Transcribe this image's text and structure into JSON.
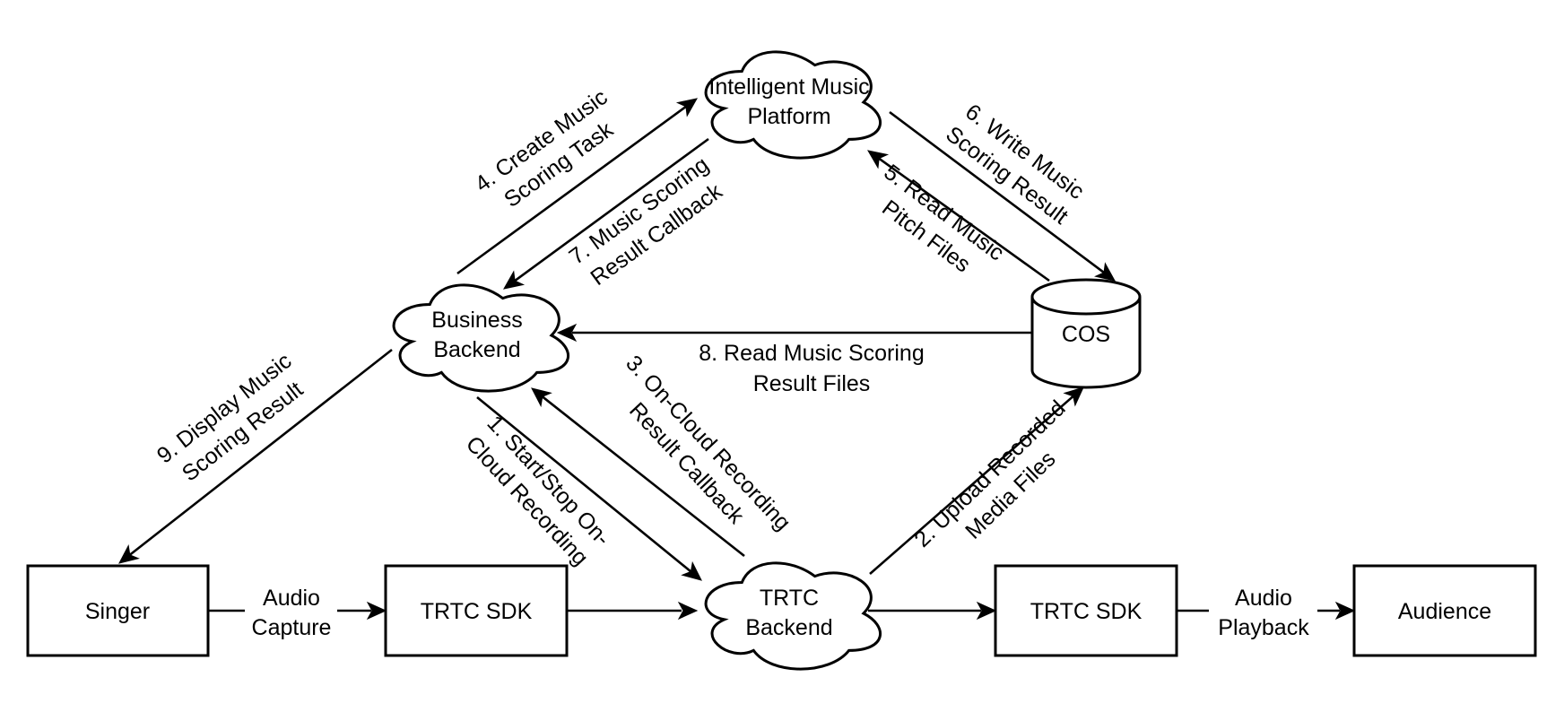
{
  "diagram": {
    "type": "flow-diagram",
    "colors": {
      "stroke": "#000000",
      "fill": "#ffffff",
      "text": "#000000",
      "background": "#ffffff"
    },
    "nodes": {
      "singer": {
        "shape": "rectangle",
        "label": "Singer"
      },
      "sdk_in": {
        "shape": "rectangle",
        "label": "TRTC SDK"
      },
      "trtc_backend": {
        "shape": "cloud",
        "line1": "TRTC",
        "line2": "Backend"
      },
      "sdk_out": {
        "shape": "rectangle",
        "label": "TRTC SDK"
      },
      "audience": {
        "shape": "rectangle",
        "label": "Audience"
      },
      "business_backend": {
        "shape": "cloud",
        "line1": "Business",
        "line2": "Backend"
      },
      "music_platform": {
        "shape": "cloud",
        "line1": "Intelligent Music",
        "line2": "Platform"
      },
      "cos": {
        "shape": "cylinder",
        "label": "COS"
      }
    },
    "edges": {
      "audio_capture": {
        "from": "singer",
        "to": "sdk_in",
        "line1": "Audio",
        "line2": "Capture"
      },
      "sdk_to_backend": {
        "from": "sdk_in",
        "to": "trtc_backend"
      },
      "backend_to_sdk": {
        "from": "trtc_backend",
        "to": "sdk_out"
      },
      "audio_playback": {
        "from": "sdk_out",
        "to": "audience",
        "line1": "Audio",
        "line2": "Playback"
      },
      "step1": {
        "from": "business_backend",
        "to": "trtc_backend",
        "line1": "1. Start/Stop On-",
        "line2": "Cloud Recording"
      },
      "step2": {
        "from": "trtc_backend",
        "to": "cos",
        "line1": "2. Upload Recorded",
        "line2": "Media Files"
      },
      "step3": {
        "from": "trtc_backend",
        "to": "business_backend",
        "line1": "3. On-Cloud Recording",
        "line2": "Result Callback"
      },
      "step4": {
        "from": "business_backend",
        "to": "music_platform",
        "line1": "4. Create Music",
        "line2": "Scoring Task"
      },
      "step5": {
        "from": "cos",
        "to": "music_platform",
        "line1": "5. Read Music",
        "line2": "Pitch Files"
      },
      "step6": {
        "from": "music_platform",
        "to": "cos",
        "line1": "6. Write Music",
        "line2": "Scoring Result"
      },
      "step7": {
        "from": "music_platform",
        "to": "business_backend",
        "line1": "7. Music Scoring",
        "line2": "Result Callback"
      },
      "step8": {
        "from": "cos",
        "to": "business_backend",
        "line1": "8. Read Music Scoring",
        "line2": "Result Files"
      },
      "step9": {
        "from": "business_backend",
        "to": "singer",
        "line1": "9. Display Music",
        "line2": "Scoring Result"
      }
    }
  }
}
